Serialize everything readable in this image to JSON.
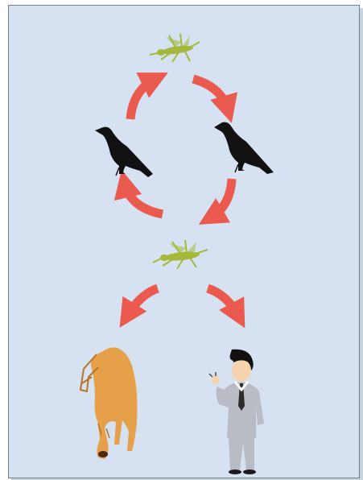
{
  "diagram": {
    "description_free": true,
    "colors": {
      "background": "#d6e2f2",
      "arrow": "#ea5a4f",
      "mosquito": "#a6b83a",
      "bird": "#111111",
      "deer": "#e7a04a",
      "suit": "#b9bcc4"
    },
    "nodes": [
      {
        "id": "mosquito-top",
        "icon": "mosquito-icon"
      },
      {
        "id": "crow-left",
        "icon": "crow-icon"
      },
      {
        "id": "crow-right",
        "icon": "crow-icon"
      },
      {
        "id": "mosquito-middle",
        "icon": "mosquito-icon"
      },
      {
        "id": "horse",
        "icon": "horse-icon"
      },
      {
        "id": "human",
        "icon": "person-icon"
      }
    ],
    "arrows": [
      {
        "from": "crow-left",
        "to": "mosquito-top"
      },
      {
        "from": "mosquito-top",
        "to": "crow-right"
      },
      {
        "from": "crow-right",
        "to": "mosquito-middle"
      },
      {
        "from": "mosquito-middle",
        "to": "crow-left"
      },
      {
        "from": "mosquito-middle",
        "to": "horse"
      },
      {
        "from": "mosquito-middle",
        "to": "human"
      }
    ]
  }
}
